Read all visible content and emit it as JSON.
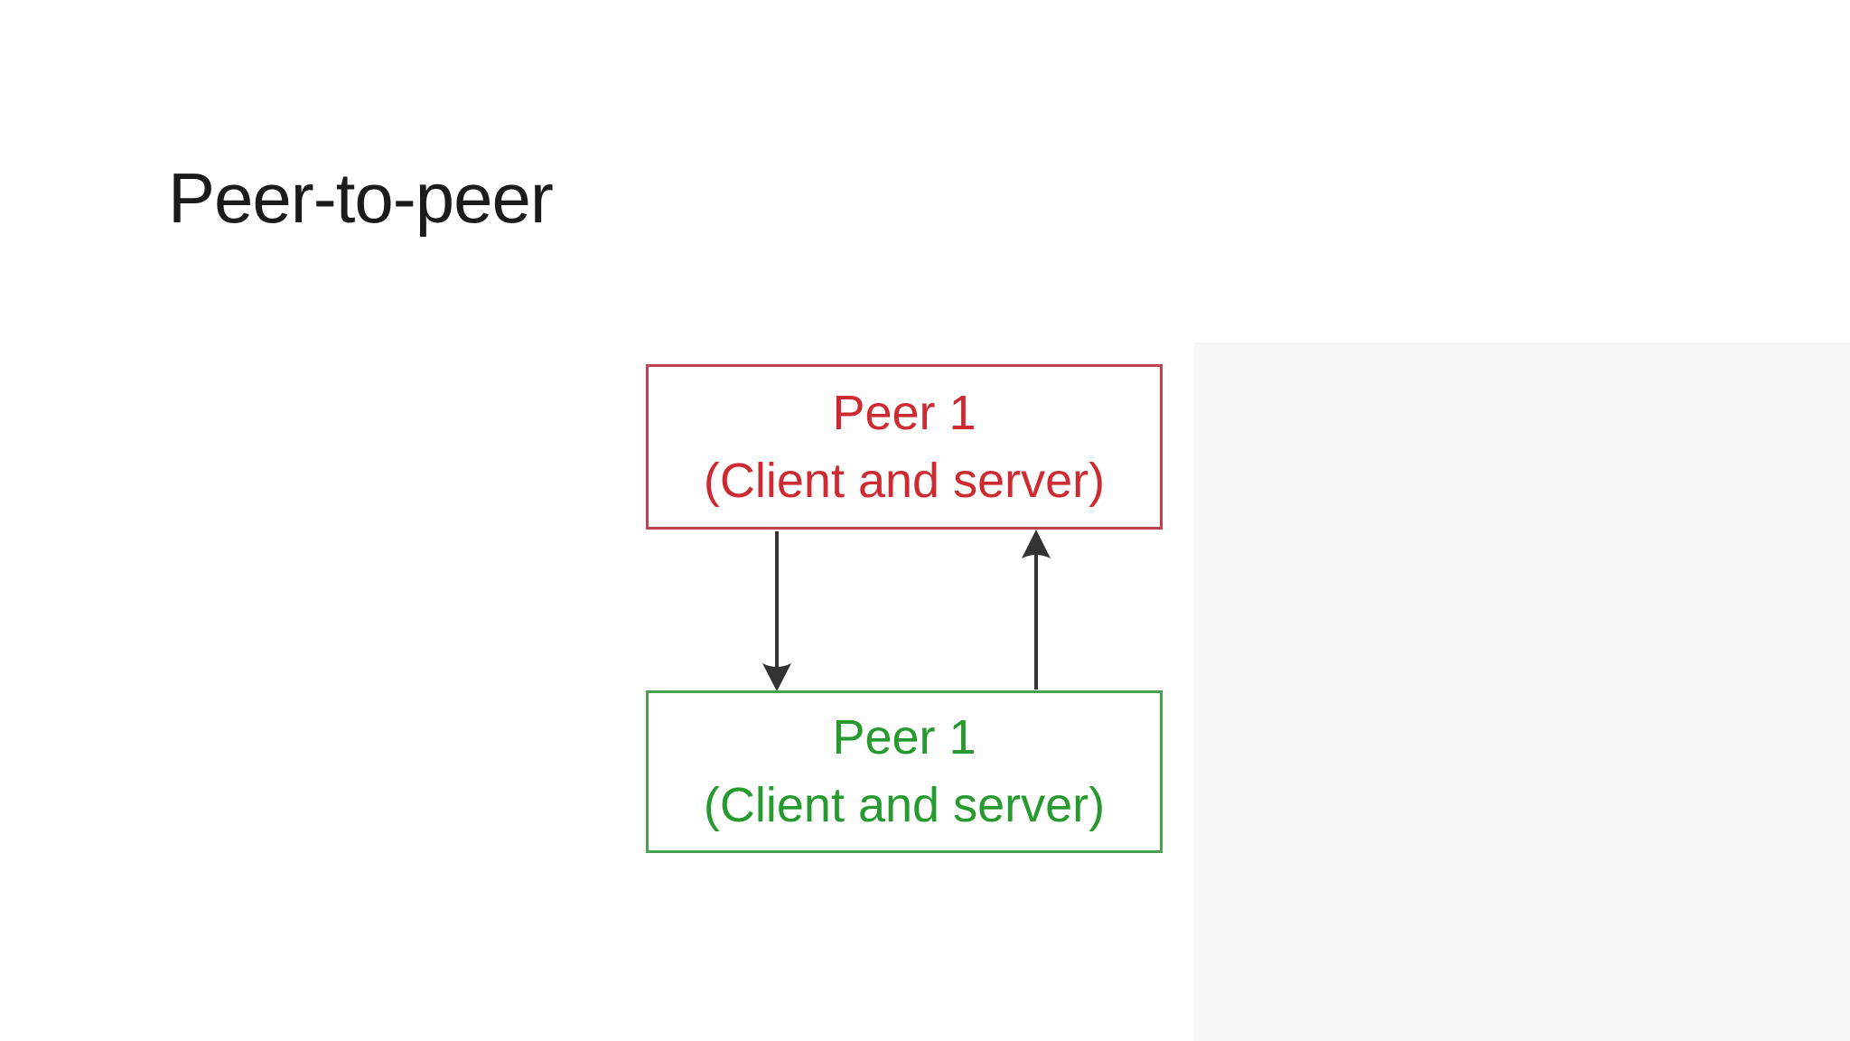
{
  "slide": {
    "title": "Peer-to-peer",
    "title_color": "#1b1b1b",
    "background_color": "#ffffff",
    "side_panel_color": "#f7f7f7"
  },
  "diagram": {
    "type": "peer-to-peer-network",
    "arrow_color": "#333333",
    "nodes": [
      {
        "id": "peer-top",
        "line1": "Peer 1",
        "line2": "(Client and server)",
        "text_color": "#cd2a32",
        "border_color": "#c04150"
      },
      {
        "id": "peer-bottom",
        "line1": "Peer 1",
        "line2": "(Client and server)",
        "text_color": "#26992f",
        "border_color": "#49a052"
      }
    ],
    "edges": [
      {
        "from": "peer-top",
        "to": "peer-bottom",
        "direction": "down"
      },
      {
        "from": "peer-bottom",
        "to": "peer-top",
        "direction": "up"
      }
    ]
  }
}
